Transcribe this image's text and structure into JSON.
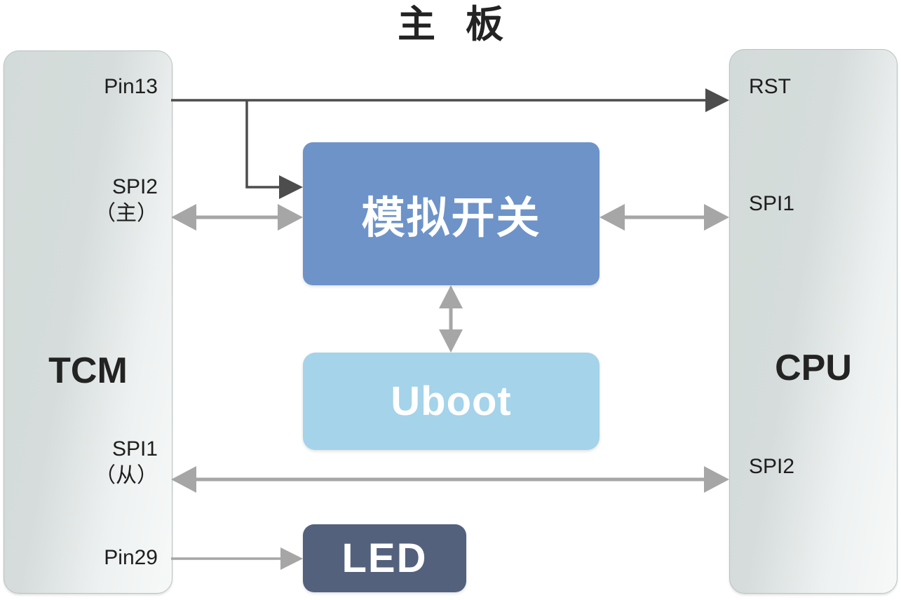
{
  "diagram": {
    "title": "主 板",
    "left_chip": {
      "name": "TCM",
      "pins": [
        {
          "id": "pin13",
          "label": "Pin13"
        },
        {
          "id": "spi2",
          "label": "SPI2\n（主）",
          "line1": "SPI2",
          "line2": "（主）"
        },
        {
          "id": "spi1",
          "label": "SPI1\n（从）",
          "line1": "SPI1",
          "line2": "（从）"
        },
        {
          "id": "pin29",
          "label": "Pin29"
        }
      ]
    },
    "right_chip": {
      "name": "CPU",
      "pins": [
        {
          "id": "rst",
          "label": "RST"
        },
        {
          "id": "spi1",
          "label": "SPI1"
        },
        {
          "id": "spi2",
          "label": "SPI2"
        }
      ]
    },
    "blocks": [
      {
        "id": "switch",
        "label": "模拟开关",
        "color": "#6d93c8"
      },
      {
        "id": "uboot",
        "label": "Uboot",
        "color": "#a4d3ea"
      },
      {
        "id": "led",
        "label": "LED",
        "color": "#53617d"
      }
    ],
    "connections": [
      {
        "id": "pin13-rst",
        "from": "TCM.Pin13",
        "to": "CPU.RST",
        "style": "single-arrow",
        "color": "#4d4d4d"
      },
      {
        "id": "pin13-switch",
        "from": "TCM.Pin13",
        "to": "模拟开关",
        "style": "elbow-arrow",
        "color": "#4d4d4d"
      },
      {
        "id": "tcmspi2-switch",
        "from": "TCM.SPI2（主）",
        "to": "模拟开关",
        "style": "double-arrow",
        "color": "#a6a6a6"
      },
      {
        "id": "switch-cpuspi1",
        "from": "模拟开关",
        "to": "CPU.SPI1",
        "style": "double-arrow",
        "color": "#a6a6a6"
      },
      {
        "id": "switch-uboot",
        "from": "模拟开关",
        "to": "Uboot",
        "style": "double-arrow-v",
        "color": "#a6a6a6"
      },
      {
        "id": "tcmspi1-cpuspi2",
        "from": "TCM.SPI1（从）",
        "to": "CPU.SPI2",
        "style": "double-arrow",
        "color": "#a6a6a6"
      },
      {
        "id": "pin29-led",
        "from": "TCM.Pin29",
        "to": "LED",
        "style": "single-arrow",
        "color": "#a6a6a6"
      }
    ],
    "colors": {
      "chip_border": "#b9c2c2",
      "chip_fill_dark": "#d3dbda",
      "chip_fill_light": "#f7f9f9",
      "switch_blue": "#6d93c8",
      "uboot_blue": "#a4d3ea",
      "led_slate": "#53617d",
      "arrow_gray": "#a6a6a6",
      "arrow_dark": "#4d4d4d",
      "text_dark": "#232323"
    }
  }
}
